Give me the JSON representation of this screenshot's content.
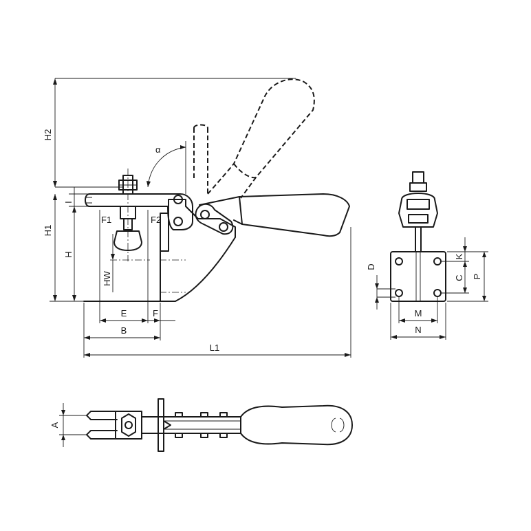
{
  "labels": {
    "H2": "H2",
    "H1": "H1",
    "H": "H",
    "I": "I",
    "F1": "F1",
    "F2": "F2",
    "HW": "HW",
    "E": "E",
    "F": "F",
    "B": "B",
    "L1": "L1",
    "alpha": "α",
    "D": "D",
    "K": "K",
    "C": "C",
    "P": "P",
    "M": "M",
    "N": "N",
    "A": "A"
  }
}
